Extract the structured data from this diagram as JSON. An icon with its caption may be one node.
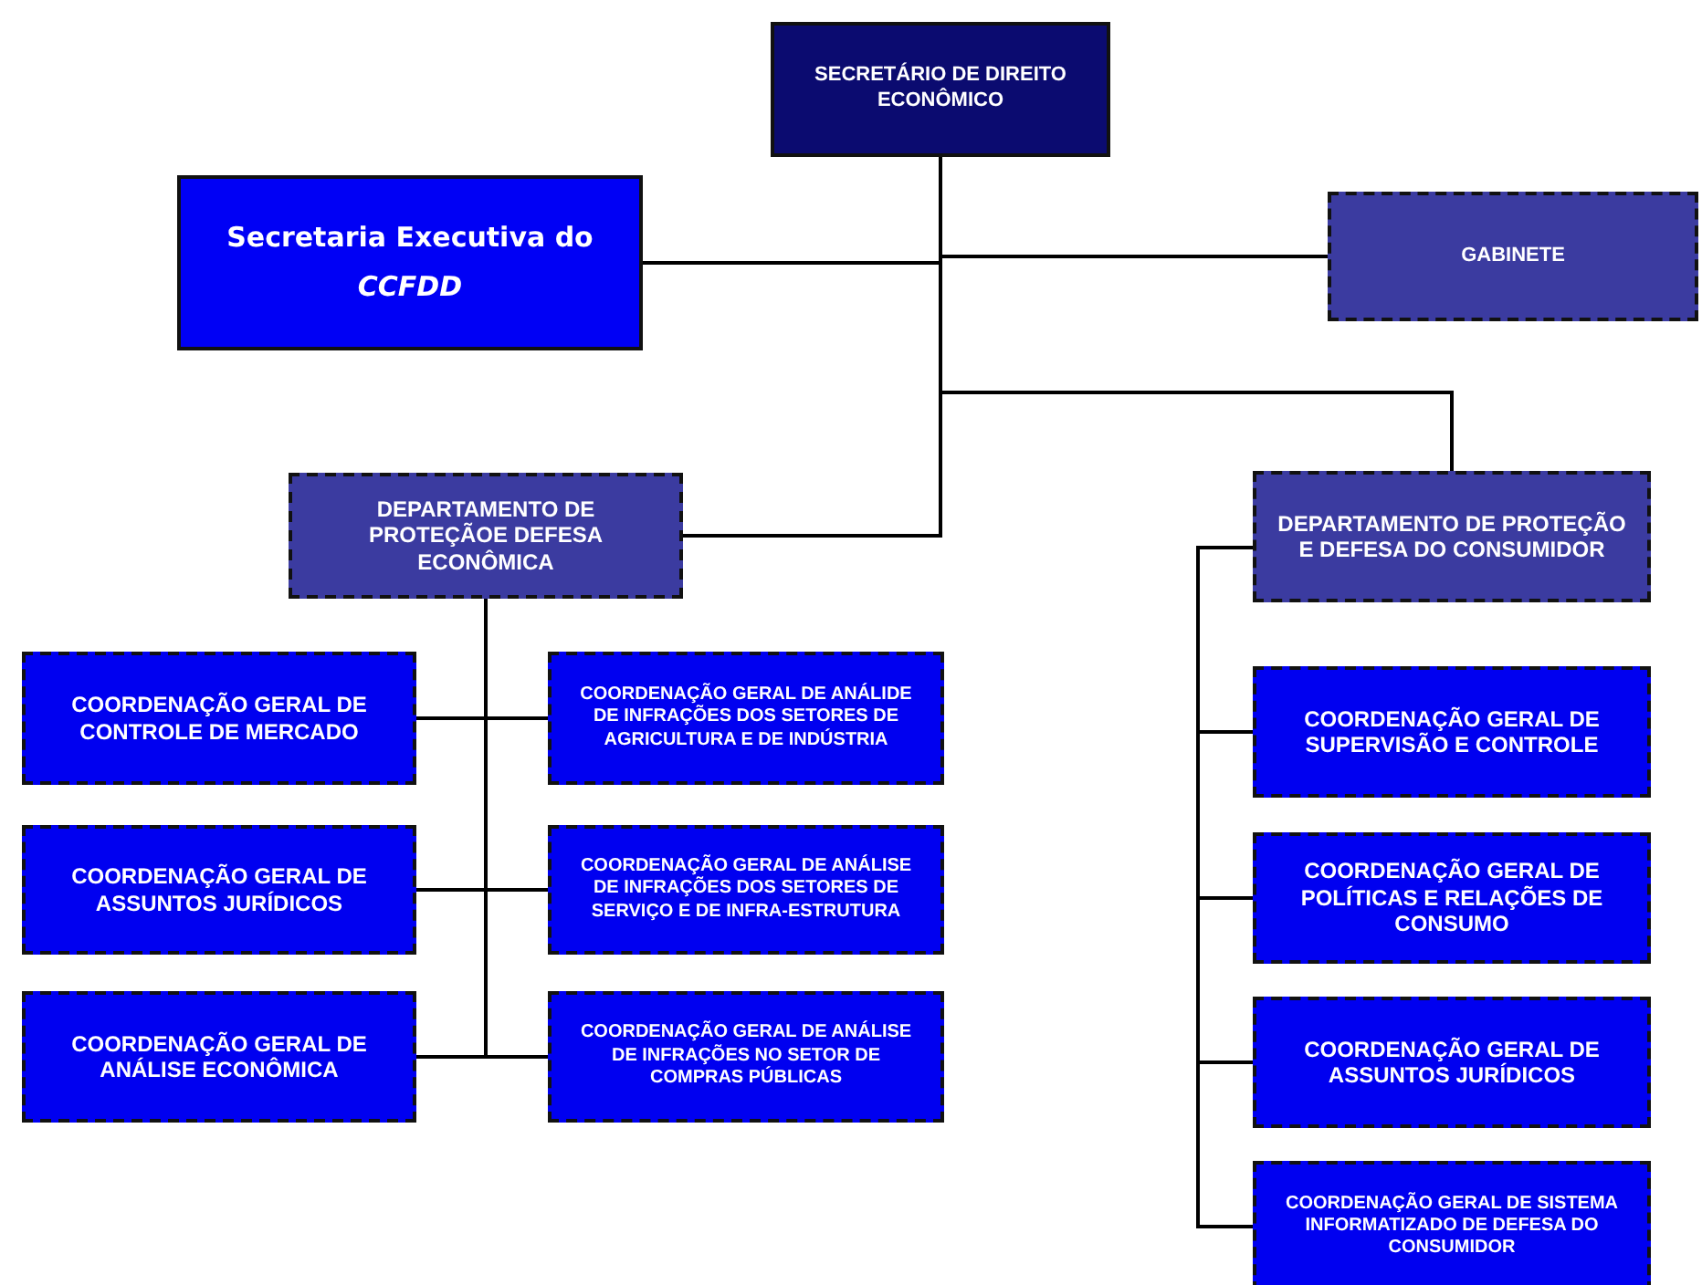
{
  "diagram": {
    "nodes": [
      {
        "text": [
          "SECRETÁRIO DE DIREITO ECONÔMICO"
        ]
      },
      {
        "text": [
          "Secretaria Executiva do *CCFDD*"
        ]
      },
      {
        "text": [
          "GABINETE"
        ]
      },
      {
        "text": [
          "DEPARTAMENTO DE PROTEÇÃOE DEFESA ECONÔMICA"
        ]
      },
      {
        "text": [
          "DEPARTAMENTO DE PROTEÇÃO E DEFESA DO CONSUMIDOR"
        ]
      },
      {
        "text": [
          "COORDENAÇÃO GERAL DE CONTROLE DE MERCADO"
        ]
      },
      {
        "text": [
          "COORDENAÇÃO GERAL DE ANÁLIDE DE INFRAÇÕES DOS SETORES DE AGRICULTURA E DE INDÚSTRIA"
        ]
      },
      {
        "text": [
          "COORDENAÇÃO GERAL DE ASSUNTOS JURÍDICOS"
        ]
      },
      {
        "text": [
          "COORDENAÇÃO GERAL DE ANÁLISE DE INFRAÇÕES DOS SETORES DE SERVIÇO E DE INFRA-ESTRUTURA"
        ]
      },
      {
        "text": [
          "COORDENAÇÃO GERAL DE ANÁLISE ECONÔMICA"
        ]
      },
      {
        "text": [
          "COORDENAÇÃO GERAL DE ANÁLISE DE INFRAÇÕES NO SETOR DE COMPRAS PÚBLICAS"
        ]
      },
      {
        "text": [
          "COORDENAÇÃO GERAL DE SUPERVISÃO E CONTROLE"
        ]
      },
      {
        "text": [
          "COORDENAÇÃO GERAL DE POLÍTICAS E RELAÇÕES DE CONSUMO"
        ]
      },
      {
        "text": [
          "COORDENAÇÃO GERAL DE ASSUNTOS JURÍDICOS"
        ]
      },
      {
        "text": [
          "COORDENAÇÃO GERAL DE SISTEMA INFORMATIZADO DE DEFESA DO CONSUMIDOR"
        ]
      }
    ],
    "edges": [
      {
        "from": 0,
        "to": 1,
        "arrow": "none"
      },
      {
        "from": 0,
        "to": 2,
        "arrow": "none"
      },
      {
        "from": 0,
        "to": 3,
        "arrow": "none"
      },
      {
        "from": 0,
        "to": 4,
        "arrow": "none"
      },
      {
        "from": 3,
        "to": 5,
        "arrow": "none"
      },
      {
        "from": 3,
        "to": 6,
        "arrow": "none"
      },
      {
        "from": 3,
        "to": 7,
        "arrow": "none"
      },
      {
        "from": 3,
        "to": 8,
        "arrow": "none"
      },
      {
        "from": 3,
        "to": 9,
        "arrow": "none"
      },
      {
        "from": 3,
        "to": 10,
        "arrow": "none"
      },
      {
        "from": 4,
        "to": 11,
        "arrow": "none"
      },
      {
        "from": 4,
        "to": 12,
        "arrow": "none"
      },
      {
        "from": 4,
        "to": 13,
        "arrow": "none"
      },
      {
        "from": 4,
        "to": 14,
        "arrow": "none"
      }
    ]
  }
}
